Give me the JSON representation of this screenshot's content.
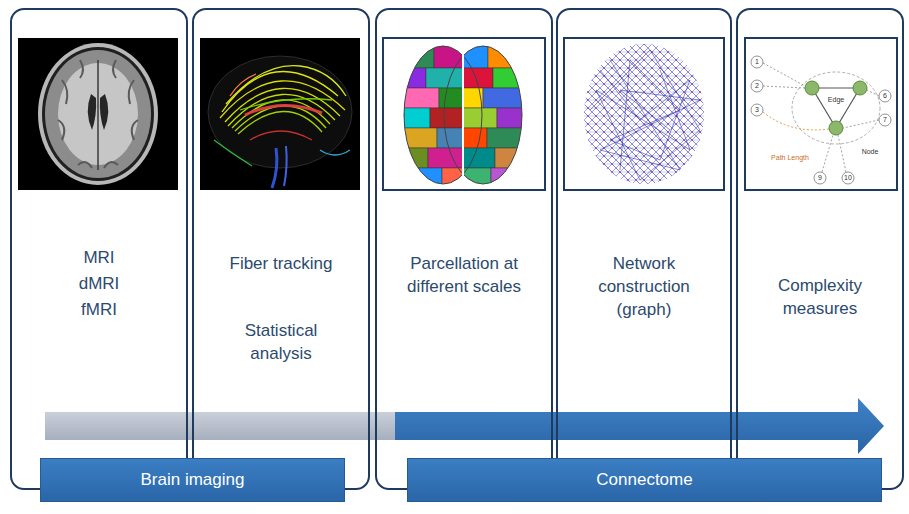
{
  "diagram": {
    "nodes": [
      {
        "text": [
          "MRI",
          "dMRI",
          "fMRI"
        ]
      },
      {
        "text": [
          "Fiber tracking",
          "Statistical analysis"
        ]
      },
      {
        "text": [
          "Parcellation at different scales"
        ]
      },
      {
        "text": [
          "Network construction (graph)"
        ]
      },
      {
        "text": [
          "Complexity measures"
        ]
      },
      {
        "text": [
          "Brain imaging"
        ]
      },
      {
        "text": [
          "Connectome"
        ]
      }
    ],
    "labels": [
      "1",
      "2",
      "3",
      "6",
      "7",
      "9",
      "10",
      "Edge",
      "Node",
      "Path Length"
    ]
  }
}
